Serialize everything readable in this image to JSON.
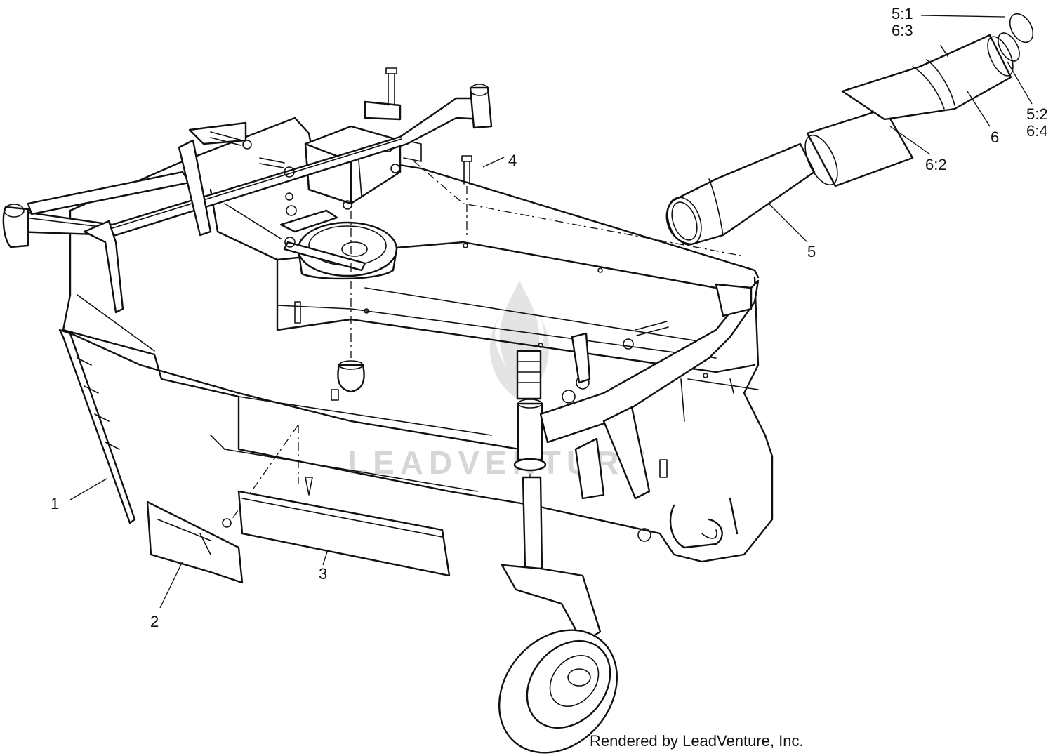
{
  "watermark": "LEADVENTURE",
  "credit": "Rendered by LeadVenture, Inc.",
  "callouts": [
    {
      "id": "1",
      "label": "1"
    },
    {
      "id": "2",
      "label": "2"
    },
    {
      "id": "3",
      "label": "3"
    },
    {
      "id": "4",
      "label": "4"
    },
    {
      "id": "5",
      "label": "5"
    },
    {
      "id": "6",
      "label": "6"
    },
    {
      "id": "6-2",
      "label": "6:2"
    },
    {
      "id": "5-1",
      "label": "5:1"
    },
    {
      "id": "6-3",
      "label": "6:3"
    },
    {
      "id": "5-2",
      "label": "5:2"
    },
    {
      "id": "6-4",
      "label": "6:4"
    }
  ]
}
